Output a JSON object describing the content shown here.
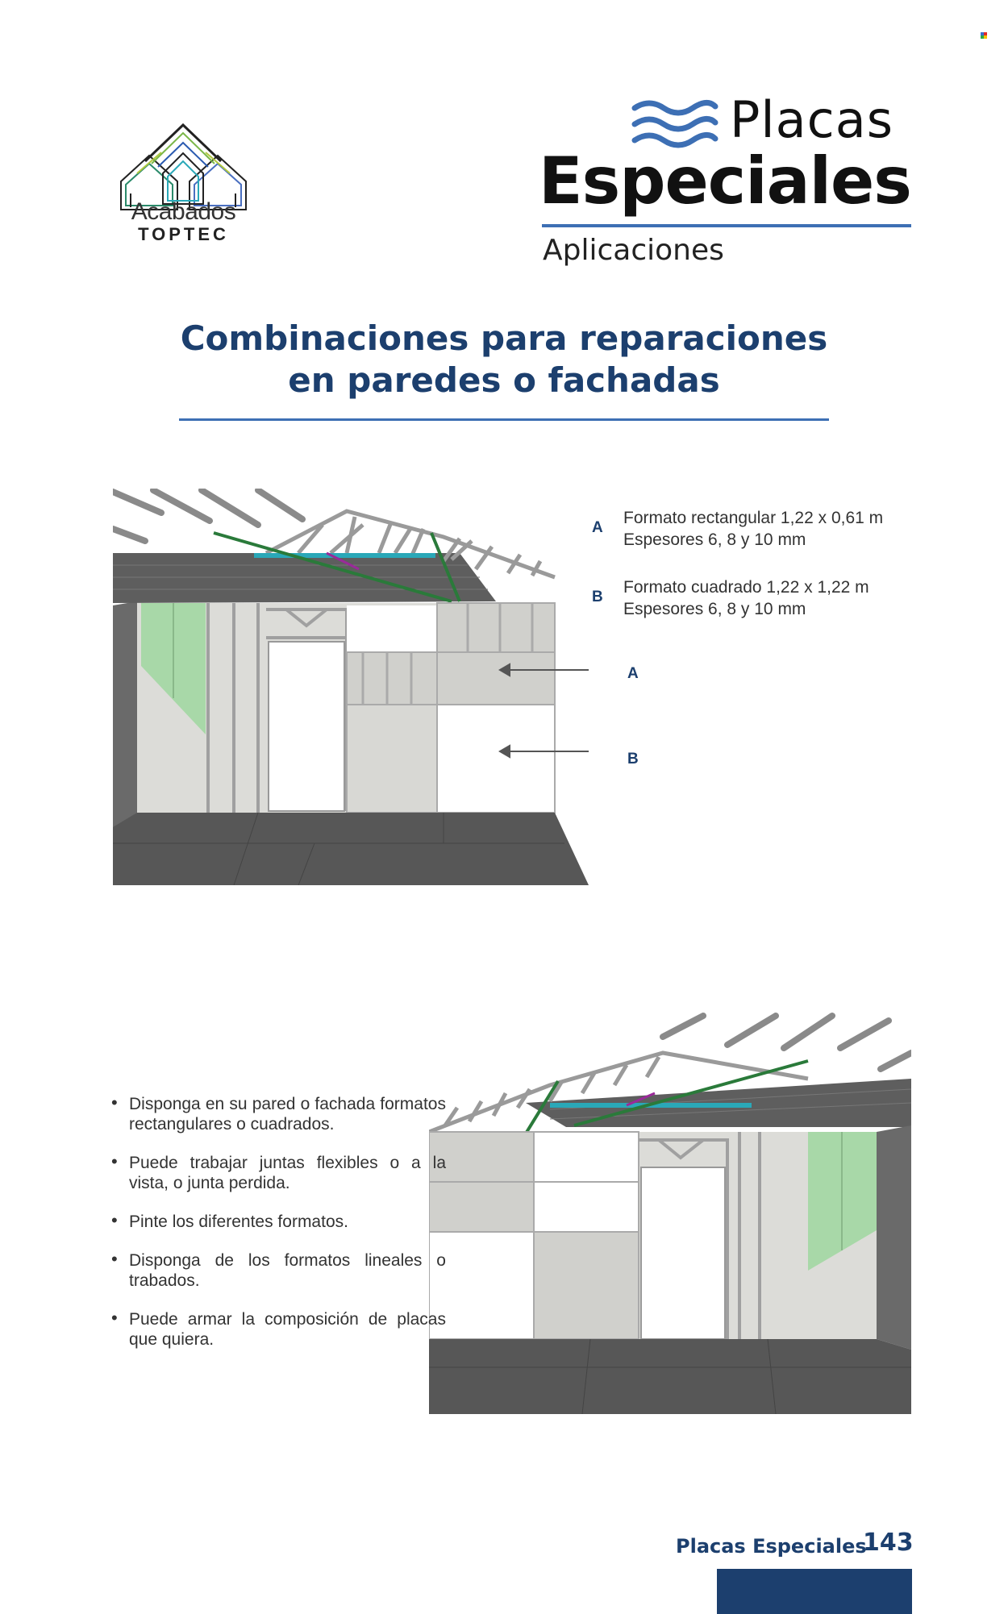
{
  "brand": {
    "line1": "Acabados",
    "line2": "TOPTEC"
  },
  "header": {
    "title_line1": "Placas",
    "title_line2": "Especiales",
    "subtitle": "Aplicaciones"
  },
  "section": {
    "heading_line1": "Combinaciones para reparaciones",
    "heading_line2": "en paredes o fachadas"
  },
  "legend": [
    {
      "letter": "A",
      "line1": "Formato rectangular 1,22 x 0,61 m",
      "line2": "Espesores 6, 8 y 10 mm"
    },
    {
      "letter": "B",
      "line1": "Formato cuadrado 1,22 x 1,22 m",
      "line2": "Espesores 6, 8 y 10 mm"
    }
  ],
  "arrows": {
    "a": "A",
    "b": "B"
  },
  "bullets": [
    "Disponga en su pared o fachada formatos rectangulares o cuadrados.",
    "Puede trabajar juntas flexibles o a la vista, o junta perdida.",
    "Pinte los diferentes formatos.",
    "Disponga de los formatos lineales o trabados.",
    "Puede armar la composición de placas que quiera."
  ],
  "footer": {
    "label": "Placas Especiales",
    "page": "143"
  },
  "colors": {
    "brand_blue": "#1c3f6e",
    "accent_blue": "#3d6fb4",
    "panel_green": "#a8d8a8",
    "floor_dark": "#5a5a5a",
    "teal_strip": "#2aa8b8"
  },
  "icons": {
    "logo": "house-outline-logo-icon",
    "waves": "waves-icon"
  }
}
